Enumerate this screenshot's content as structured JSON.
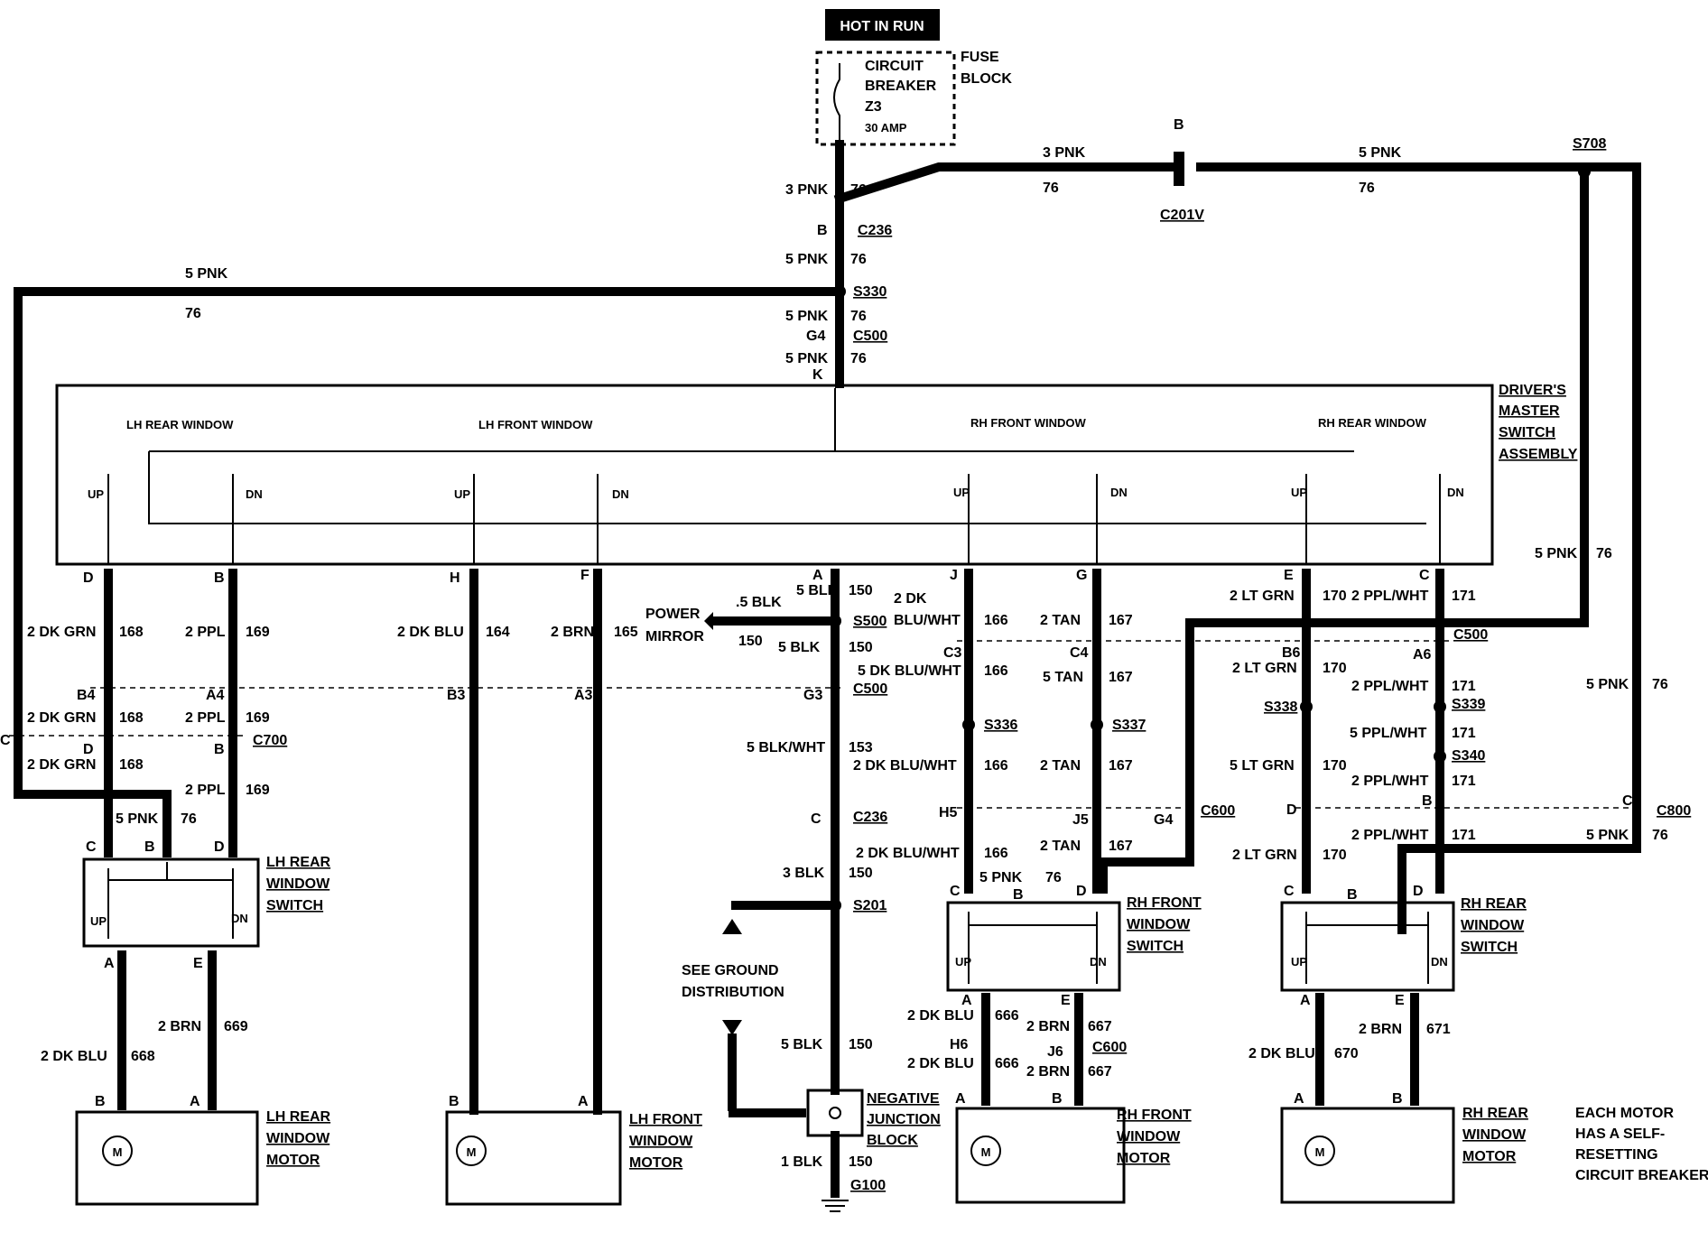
{
  "header": {
    "hot": "HOT IN RUN"
  },
  "fuse": {
    "line1": "CIRCUIT",
    "line2": "BREAKER",
    "line3": "Z3",
    "amp": "30 AMP",
    "block1": "FUSE",
    "block2": "BLOCK"
  },
  "master": {
    "l1": "DRIVER'S",
    "l2": "MASTER",
    "l3": "SWITCH",
    "l4": "ASSEMBLY",
    "lhr": "LH REAR WINDOW",
    "lhf": "LH FRONT WINDOW",
    "rhf": "RH FRONT WINDOW",
    "rhr": "RH REAR WINDOW",
    "up": "UP",
    "dn": "DN"
  },
  "switches": {
    "lhr": [
      "LH REAR",
      "WINDOW",
      "SWITCH"
    ],
    "rhf": [
      "RH FRONT",
      "WINDOW",
      "SWITCH"
    ],
    "rhr": [
      "RH REAR",
      "WINDOW",
      "SWITCH"
    ]
  },
  "motors": {
    "lhr": [
      "LH REAR",
      "WINDOW",
      "MOTOR"
    ],
    "lhf": [
      "LH FRONT",
      "WINDOW",
      "MOTOR"
    ],
    "rhf": [
      "RH FRONT",
      "WINDOW",
      "MOTOR"
    ],
    "rhr": [
      "RH REAR",
      "WINDOW",
      "MOTOR"
    ],
    "m": "M"
  },
  "labels": {
    "pnk3": "3 PNK",
    "pnk5": "5 PNK",
    "c76": "76",
    "c236": "C236",
    "s330": "S330",
    "c500": "C500",
    "c201v": "C201V",
    "s708": "S708",
    "b": "B",
    "g4": "G4",
    "k": "K",
    "blk5": "5 BLK",
    "blk05": ".5 BLK",
    "c150": "150",
    "s500": "S500",
    "mirror1": "POWER",
    "mirror2": "MIRROR",
    "blkwht": "5 BLK/WHT",
    "c153": "153",
    "blk3": "3 BLK",
    "s201": "S201",
    "gnd1": "SEE GROUND",
    "gnd2": "DISTRIBUTION",
    "njb1": "NEGATIVE",
    "njb2": "JUNCTION",
    "njb3": "BLOCK",
    "blk1": "1 BLK",
    "g100": "G100",
    "dkgrn2": "2 DK GRN",
    "c168": "168",
    "ppl2": "2 PPL",
    "c169": "169",
    "dkblu2": "2 DK BLU",
    "c164": "164",
    "brn2": "2 BRN",
    "c165": "165",
    "c700": "C700",
    "c600": "C600",
    "c800": "C800",
    "dkbluwht2": "2 DK BLU/WHT",
    "dkbluwht5": "5 DK BLU/WHT",
    "c166": "166",
    "tan2": "2 TAN",
    "tan5": "5 TAN",
    "c167": "167",
    "s336": "S336",
    "s337": "S337",
    "ltgrn2": "2 LT GRN",
    "ltgrn5": "5 LT GRN",
    "c170": "170",
    "pplwht2": "2 PPL/WHT",
    "pplwht5": "5 PPL/WHT",
    "c171": "171",
    "s338": "S338",
    "s339": "S339",
    "s340": "S340",
    "c668": "668",
    "c669": "669",
    "c666": "666",
    "c667": "667",
    "c670": "670",
    "c671": "671",
    "brn2b": "2 BRN",
    "note1": "EACH MOTOR",
    "note2": "HAS A SELF-",
    "note3": "RESETTING",
    "note4": "CIRCUIT BREAKER",
    "pinA": "A",
    "pinB": "B",
    "pinC": "C",
    "pinD": "D",
    "pinE": "E",
    "pinF": "F",
    "pinH": "H",
    "pinJ": "J",
    "pinG": "G",
    "B4": "B4",
    "A4": "A4",
    "B3": "B3",
    "A3": "A3",
    "G3": "G3",
    "C3": "C3",
    "C4": "C4",
    "B6": "B6",
    "A6": "A6",
    "H5": "H5",
    "J5": "J5",
    "H6": "H6",
    "J6": "J6",
    "G4b": "G4"
  }
}
